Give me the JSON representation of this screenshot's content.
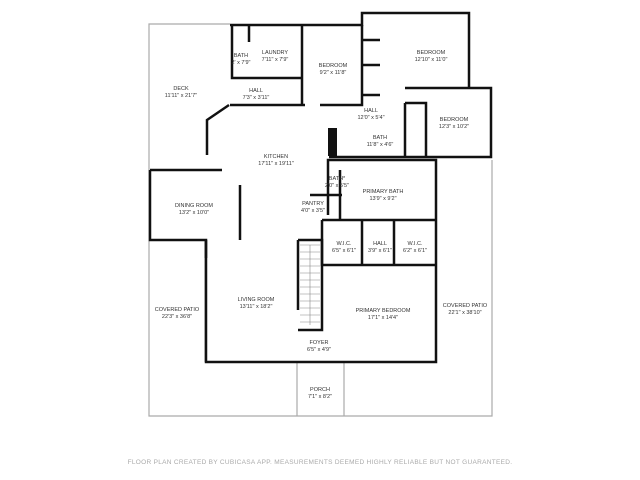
{
  "rooms": [
    {
      "name": "BATH",
      "dims": "2' x 7'9\""
    },
    {
      "name": "LAUNDRY",
      "dims": "7'11\" x 7'9\""
    },
    {
      "name": "BEDROOM",
      "dims": "9'2\" x 11'8\""
    },
    {
      "name": "BEDROOM",
      "dims": "12'10\" x 11'0\""
    },
    {
      "name": "DECK",
      "dims": "11'11\" x 21'7\""
    },
    {
      "name": "HALL",
      "dims": "7'3\" x 3'11\""
    },
    {
      "name": "HALL",
      "dims": "12'0\" x 5'4\""
    },
    {
      "name": "BATH",
      "dims": "11'8\" x 4'6\""
    },
    {
      "name": "BEDROOM",
      "dims": "12'3\" x 10'2\""
    },
    {
      "name": "KITCHEN",
      "dims": "17'11\" x 19'11\""
    },
    {
      "name": "BATH*",
      "dims": "2'0\" x 5'5\""
    },
    {
      "name": "PRIMARY BATH",
      "dims": "13'9\" x 9'2\""
    },
    {
      "name": "PANTRY",
      "dims": "4'0\" x 3'5\""
    },
    {
      "name": "DINING ROOM",
      "dims": "13'2\" x 10'0\""
    },
    {
      "name": "W.I.C.",
      "dims": "6'5\" x 6'1\""
    },
    {
      "name": "HALL",
      "dims": "3'9\" x 6'1\""
    },
    {
      "name": "W.I.C.",
      "dims": "6'2\" x 6'1\""
    },
    {
      "name": "LIVING ROOM",
      "dims": "13'11\" x 18'2\""
    },
    {
      "name": "COVERED PATIO",
      "dims": "22'3\" x 36'8\""
    },
    {
      "name": "PRIMARY BEDROOM",
      "dims": "17'1\" x 14'4\""
    },
    {
      "name": "COVERED PATIO",
      "dims": "22'1\" x 38'10\""
    },
    {
      "name": "FOYER",
      "dims": "6'5\" x 4'9\""
    },
    {
      "name": "PORCH",
      "dims": "7'1\" x 8'2\""
    }
  ],
  "footer": "FLOOR PLAN CREATED BY CUBICASA APP. MEASUREMENTS DEEMED HIGHLY RELIABLE BUT NOT GUARANTEED.",
  "colors": {
    "wall": "#111111",
    "thin_wall": "#999999",
    "footer": "#aaaaaa"
  }
}
